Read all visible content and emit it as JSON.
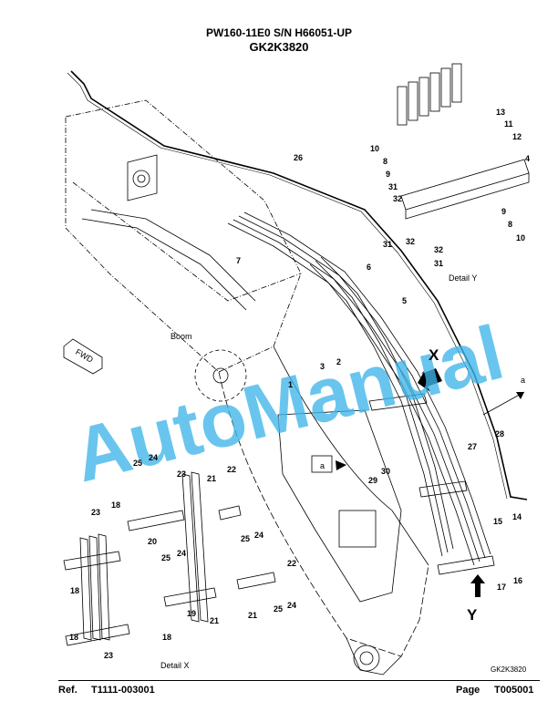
{
  "header": {
    "model": "PW160-11E0 S/N H66051-UP",
    "figure_code": "GK2K3820"
  },
  "labels": {
    "boom": "Boom",
    "fwd": "FWD",
    "detail_y": "Detail Y",
    "detail_x": "Detail X",
    "view_x": "X",
    "view_y": "Y",
    "a": "a"
  },
  "part_numbers": {
    "p1": "1",
    "p2": "2",
    "p3": "3",
    "p4": "4",
    "p5": "5",
    "p6": "6",
    "p7": "7",
    "p8": "8",
    "p9": "9",
    "p10": "10",
    "p11": "11",
    "p12": "12",
    "p13": "13",
    "p14": "14",
    "p15": "15",
    "p16": "16",
    "p17": "17",
    "p18": "18",
    "p19": "19",
    "p20": "20",
    "p21": "21",
    "p22": "22",
    "p23": "23",
    "p24": "24",
    "p25": "25",
    "p26": "26",
    "p27": "27",
    "p28": "28",
    "p29": "29",
    "p30": "30",
    "p31": "31",
    "p32": "32"
  },
  "watermark": "AutoManual",
  "image_code": "GK2K3820",
  "footer": {
    "ref_label": "Ref.",
    "ref_value": "T1111-003001",
    "page_label": "Page",
    "page_value": "T005001"
  }
}
